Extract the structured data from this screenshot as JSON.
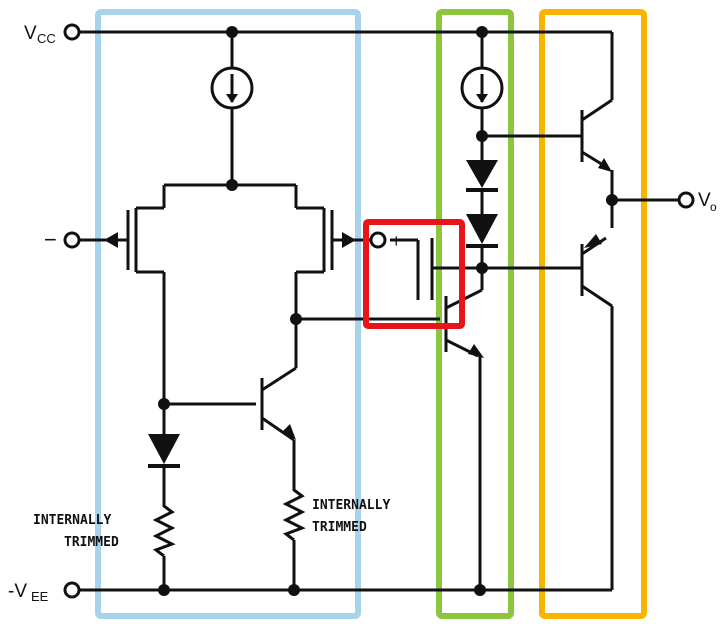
{
  "diagram": {
    "terminals": {
      "vcc": {
        "main": "V",
        "sub": "CC"
      },
      "vee": {
        "main": "-V",
        "sub": "EE"
      },
      "vo": {
        "main": "V",
        "sub": "o"
      },
      "inv": "−",
      "noninv": "+"
    },
    "resistor_left_label": [
      "INTERNALLY",
      "TRIMMED"
    ],
    "resistor_right_label": [
      "INTERNALLY",
      "TRIMMED"
    ]
  },
  "colors": {
    "wire": "#111111",
    "input_stage_box": "#a7d3ec",
    "compensation_box": "#e8141a",
    "bias_stage_box": "#8cc63e",
    "output_stage_box": "#f7b500"
  }
}
